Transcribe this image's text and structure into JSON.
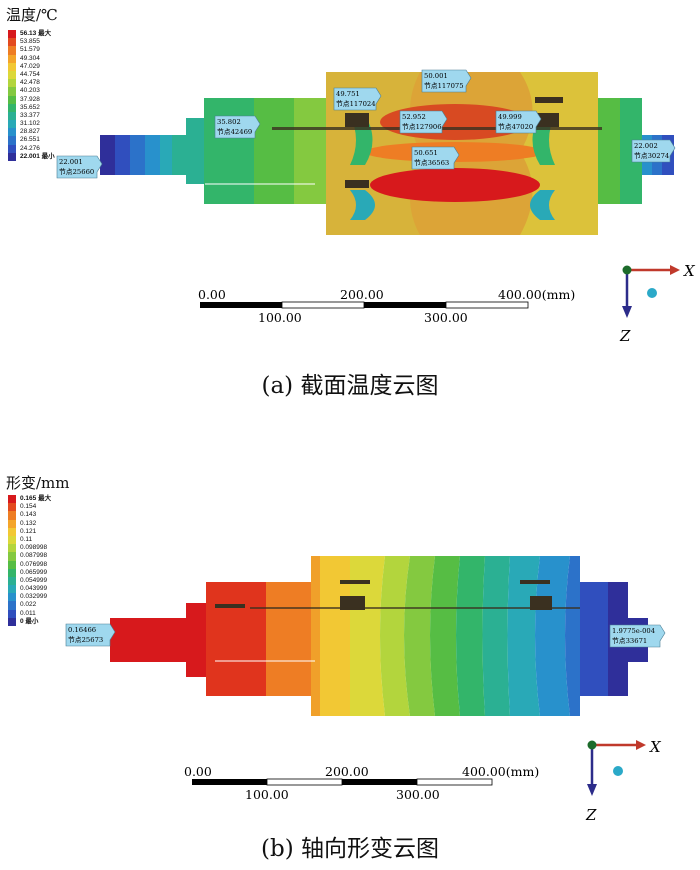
{
  "panel_a": {
    "legend_title": "温度/℃",
    "legend": [
      {
        "label": "56.13 最大",
        "color": "#d7191c",
        "bold": true
      },
      {
        "label": "53.855",
        "color": "#e34a1f",
        "bold": false
      },
      {
        "label": "51.579",
        "color": "#ee7d24",
        "bold": false
      },
      {
        "label": "49.304",
        "color": "#f4a52a",
        "bold": false
      },
      {
        "label": "47.029",
        "color": "#f2c834",
        "bold": false
      },
      {
        "label": "44.754",
        "color": "#dcd83a",
        "bold": false
      },
      {
        "label": "42.478",
        "color": "#b3d53d",
        "bold": false
      },
      {
        "label": "40.203",
        "color": "#84c940",
        "bold": false
      },
      {
        "label": "37.928",
        "color": "#56bd44",
        "bold": false
      },
      {
        "label": "35.652",
        "color": "#33b56a",
        "bold": false
      },
      {
        "label": "33.377",
        "color": "#2bb093",
        "bold": false
      },
      {
        "label": "31.102",
        "color": "#29a9b7",
        "bold": false
      },
      {
        "label": "28.827",
        "color": "#2891cc",
        "bold": false
      },
      {
        "label": "26.551",
        "color": "#2c72c9",
        "bold": false
      },
      {
        "label": "24.276",
        "color": "#304fbe",
        "bold": false
      },
      {
        "label": "22.001 最小",
        "color": "#2f2f9a",
        "bold": true
      }
    ],
    "probes": [
      {
        "value": "22.001",
        "node": "节点25660"
      },
      {
        "value": "35.802",
        "node": "节点42469"
      },
      {
        "value": "49.751",
        "node": "节点117024"
      },
      {
        "value": "50.001",
        "node": "节点117075"
      },
      {
        "value": "52.952",
        "node": "节点127906"
      },
      {
        "value": "49.999",
        "node": "节点47020"
      },
      {
        "value": "50.651",
        "node": "节点36563"
      },
      {
        "value": "22.002",
        "node": "节点30274"
      }
    ],
    "scale": {
      "ticks_top": [
        "0.00",
        "200.00",
        "400.00(mm)"
      ],
      "ticks_bottom": [
        "100.00",
        "300.00"
      ]
    },
    "axes": {
      "x": "X",
      "z": "Z"
    },
    "caption": "(a)  截面温度云图"
  },
  "panel_b": {
    "legend_title": "形变/mm",
    "legend": [
      {
        "label": "0.165 最大",
        "color": "#d7191c",
        "bold": true
      },
      {
        "label": "0.154",
        "color": "#e34a1f",
        "bold": false
      },
      {
        "label": "0.143",
        "color": "#ee7d24",
        "bold": false
      },
      {
        "label": "0.132",
        "color": "#f4a52a",
        "bold": false
      },
      {
        "label": "0.121",
        "color": "#f2c834",
        "bold": false
      },
      {
        "label": "0.11",
        "color": "#dcd83a",
        "bold": false
      },
      {
        "label": "0.098998",
        "color": "#b3d53d",
        "bold": false
      },
      {
        "label": "0.087998",
        "color": "#84c940",
        "bold": false
      },
      {
        "label": "0.076998",
        "color": "#56bd44",
        "bold": false
      },
      {
        "label": "0.065999",
        "color": "#33b56a",
        "bold": false
      },
      {
        "label": "0.054999",
        "color": "#2bb093",
        "bold": false
      },
      {
        "label": "0.043999",
        "color": "#29a9b7",
        "bold": false
      },
      {
        "label": "0.032999",
        "color": "#2891cc",
        "bold": false
      },
      {
        "label": "0.022",
        "color": "#2c72c9",
        "bold": false
      },
      {
        "label": "0.011",
        "color": "#304fbe",
        "bold": false
      },
      {
        "label": "0 最小",
        "color": "#2f2f9a",
        "bold": true
      }
    ],
    "probes": [
      {
        "value": "0.16466",
        "node": "节点25673"
      },
      {
        "value": "1.9775e-004",
        "node": "节点33671"
      }
    ],
    "scale": {
      "ticks_top": [
        "0.00",
        "200.00",
        "400.00(mm)"
      ],
      "ticks_bottom": [
        "100.00",
        "300.00"
      ]
    },
    "axes": {
      "x": "X",
      "z": "Z"
    },
    "caption": "(b)  轴向形变云图"
  }
}
